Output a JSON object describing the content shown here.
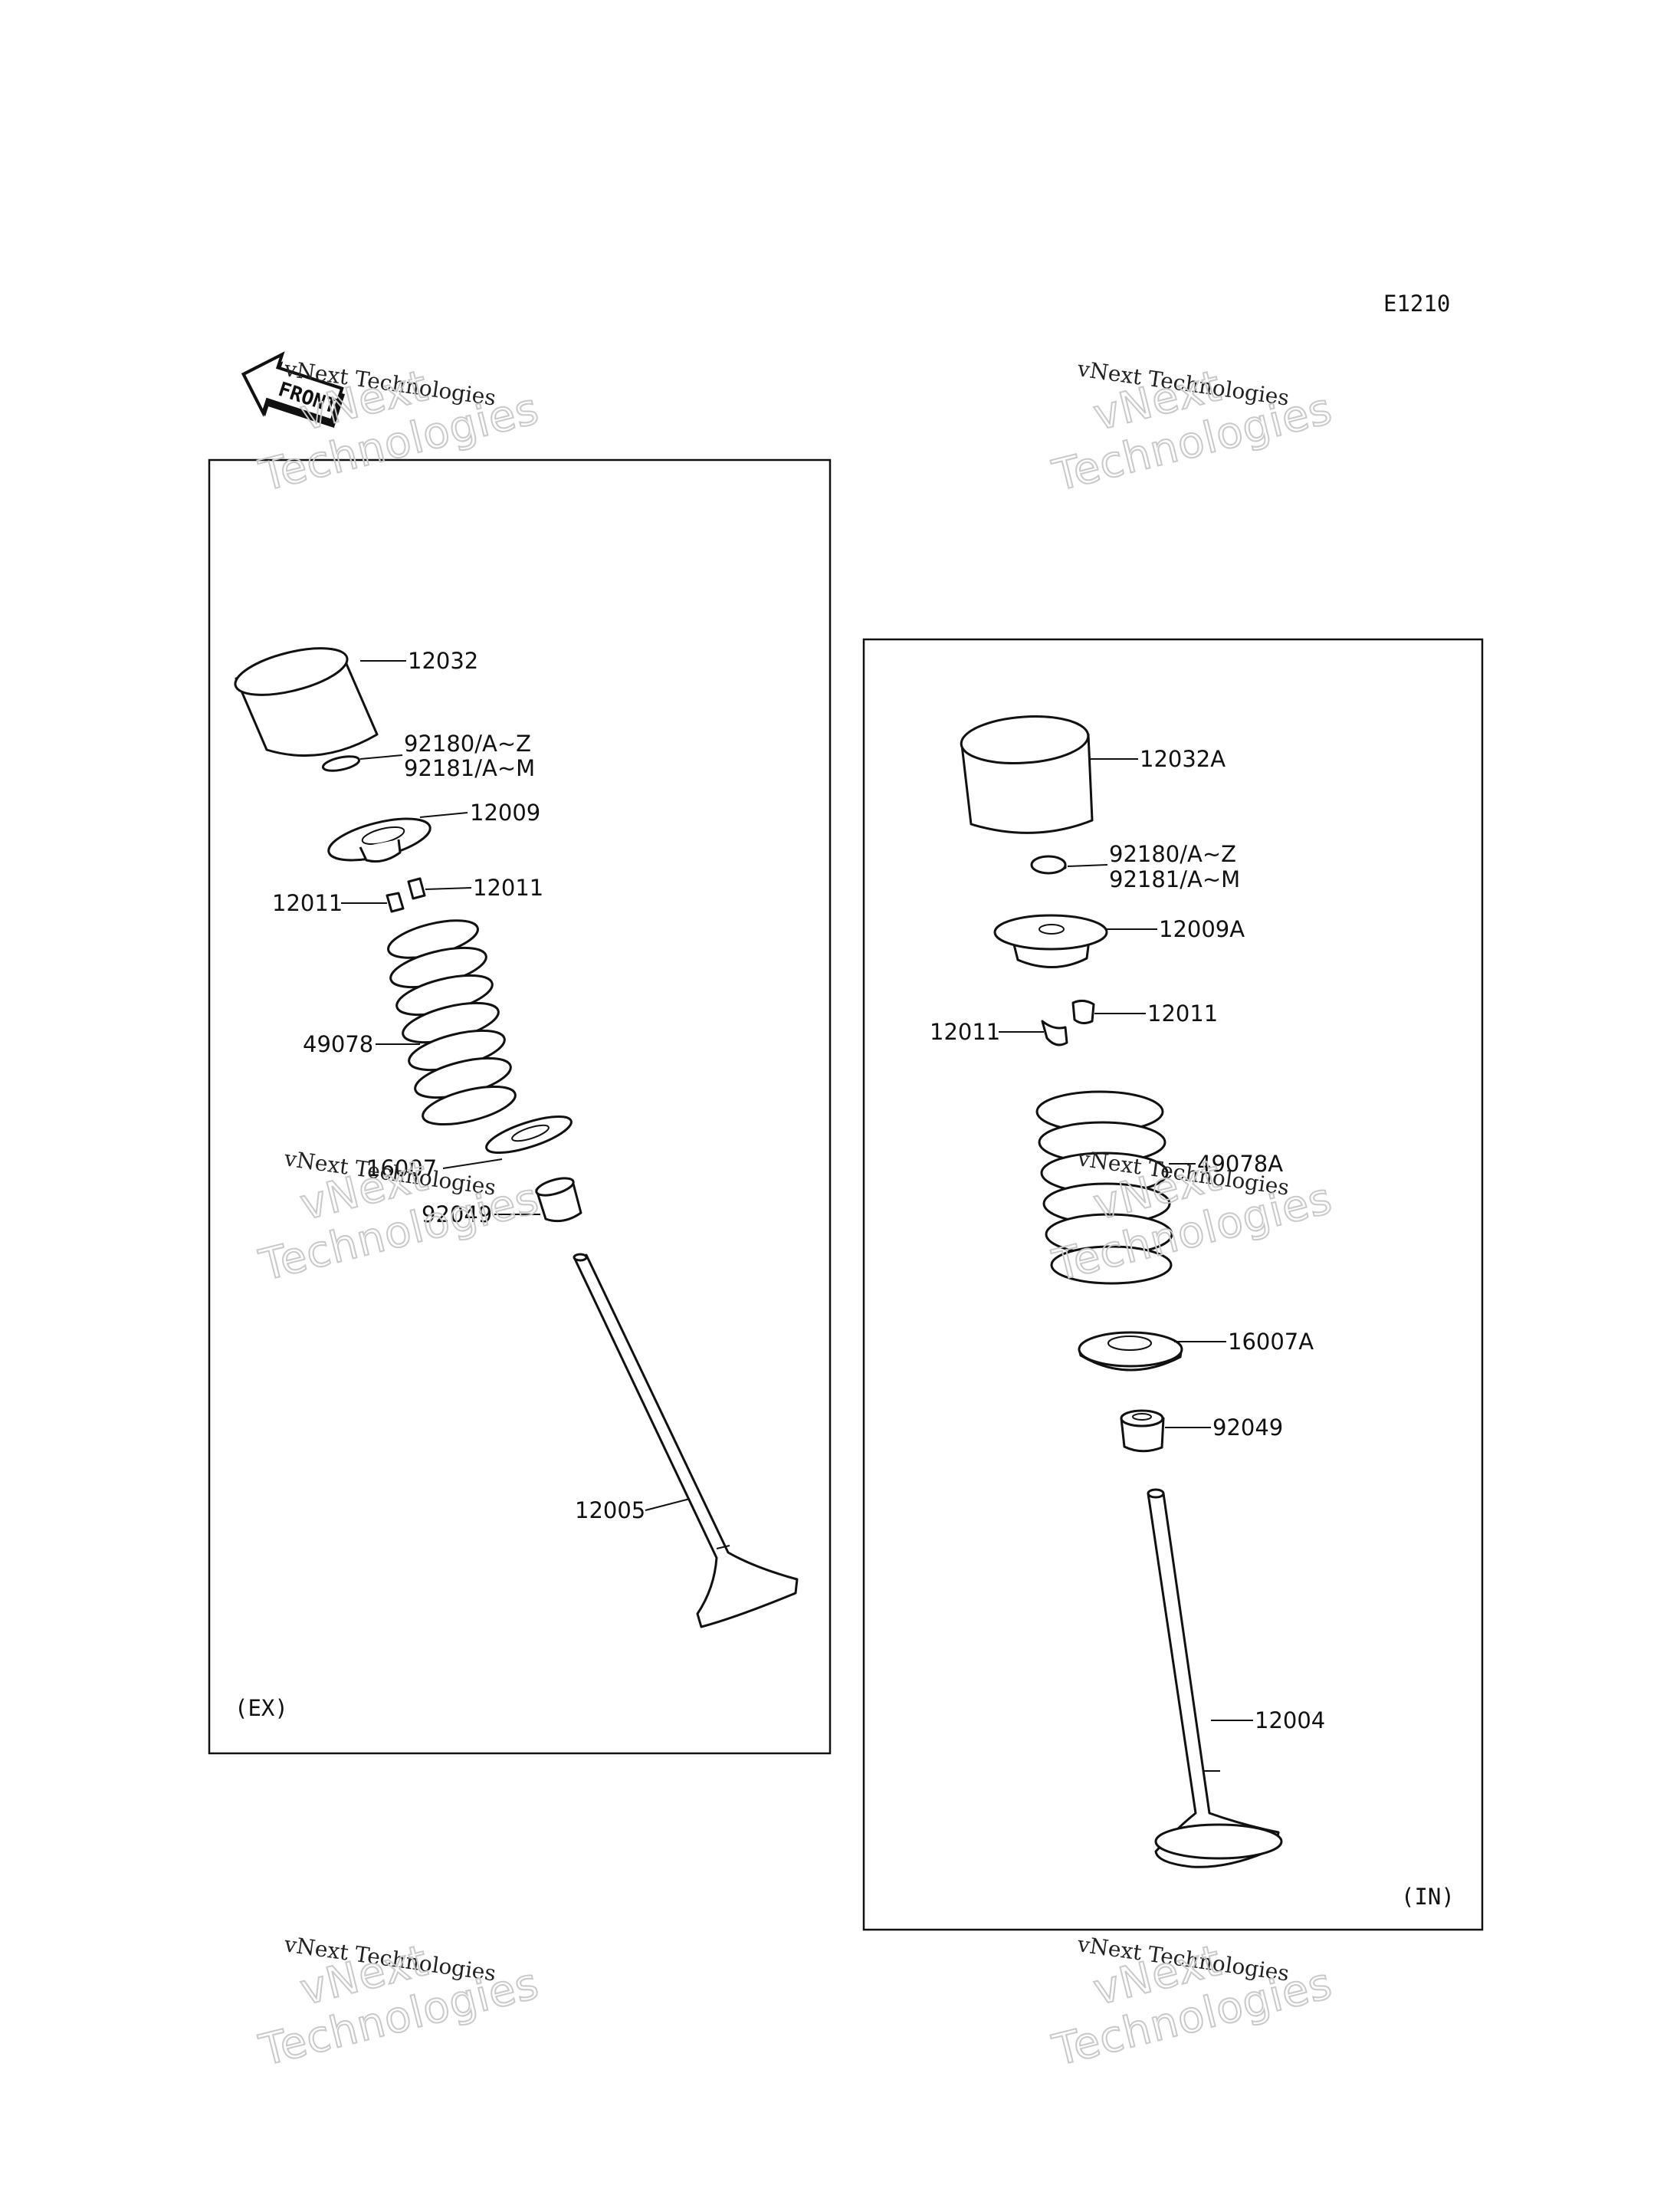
{
  "diagram_code": "E1210",
  "front_badge": "FRONT",
  "watermark": {
    "small": "vNext Technologies",
    "large_line1": "vNext",
    "large_line2": "Technologies"
  },
  "exhaust_panel": {
    "tag": "(EX)",
    "labels": {
      "tappet": "12032",
      "shim_a": "92180/A~Z",
      "shim_b": "92181/A~M",
      "retainer": "12009",
      "cotter_right": "12011",
      "cotter_left": "12011",
      "spring": "49078",
      "spring_seat": "16007",
      "seal": "92049",
      "valve": "12005"
    }
  },
  "intake_panel": {
    "tag": "(IN)",
    "labels": {
      "tappet": "12032A",
      "shim_a": "92180/A~Z",
      "shim_b": "92181/A~M",
      "retainer": "12009A",
      "cotter_right": "12011",
      "cotter_left": "12011",
      "spring": "49078A",
      "spring_seat": "16007A",
      "seal": "92049",
      "valve": "12004"
    }
  }
}
